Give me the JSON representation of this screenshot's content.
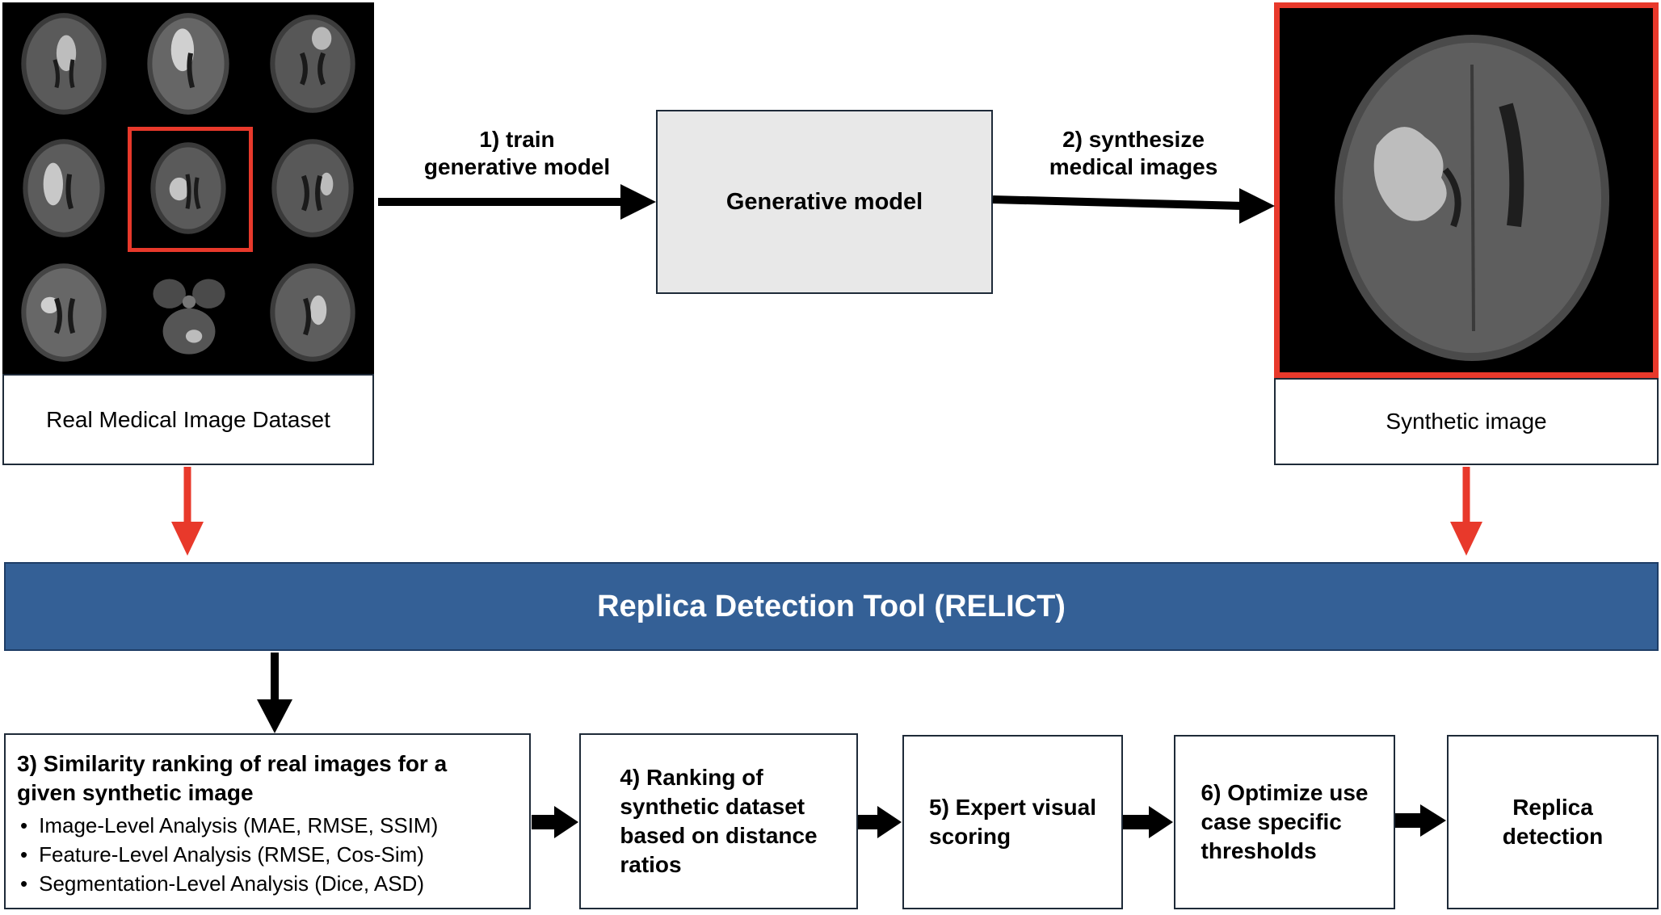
{
  "dataset": {
    "caption": "Real Medical Image Dataset"
  },
  "synthetic": {
    "caption": "Synthetic image"
  },
  "generator": {
    "label": "Generative model"
  },
  "arrows": {
    "train_line1": "1) train",
    "train_line2": "generative model",
    "synth_line1": "2) synthesize",
    "synth_line2": "medical images"
  },
  "tool": {
    "title": "Replica Detection Tool (RELICT)"
  },
  "steps": {
    "s3": {
      "head_line1": "3) Similarity ranking of real images for a",
      "head_line2": "given synthetic image",
      "bullets": [
        "Image-Level Analysis (MAE, RMSE, SSIM)",
        "Feature-Level Analysis (RMSE, Cos-Sim)",
        "Segmentation-Level Analysis (Dice, ASD)"
      ]
    },
    "s4": {
      "line1": "4) Ranking of",
      "line2": "synthetic dataset",
      "line3": "based on distance",
      "line4": "ratios"
    },
    "s5": {
      "line1": "5) Expert visual",
      "line2": "scoring"
    },
    "s6": {
      "line1": "6) Optimize use",
      "line2": "case specific",
      "line3": "thresholds"
    },
    "s7": {
      "line1": "Replica",
      "line2": "detection"
    }
  },
  "colors": {
    "banner": "#346096",
    "highlight": "#e8392b",
    "generator_fill": "#e8e8e8",
    "arrow": "#000000"
  }
}
